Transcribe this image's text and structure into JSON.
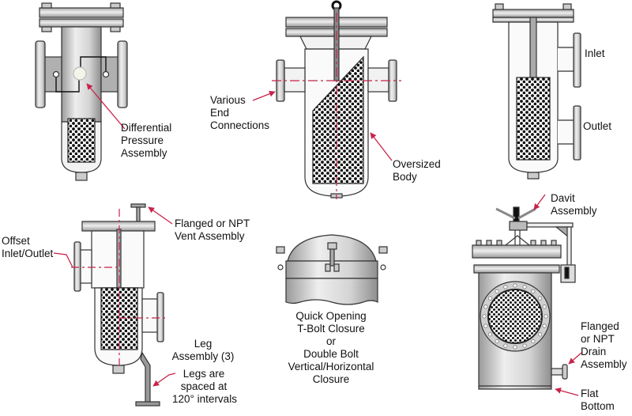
{
  "figure": {
    "title": "Basket strainer configurations",
    "accent_color": "#c8234a",
    "metal_color": "#c8c8c8",
    "mesh_color": "#111111"
  },
  "diagrams": [
    {
      "id": "differential-pressure",
      "labels": [
        "Differential\nPressure\nAssembly"
      ]
    },
    {
      "id": "oversized-body",
      "labels": [
        "Various\nEnd\nConnections",
        "Oversized\nBody"
      ]
    },
    {
      "id": "inlet-outlet",
      "labels": [
        "Inlet",
        "Outlet"
      ]
    },
    {
      "id": "offset-leg",
      "labels": [
        "Flanged or NPT\nVent Assembly",
        "Offset\nInlet/Outlet",
        "Leg\nAssembly (3)",
        "Legs are\nspaced at\n120° intervals"
      ]
    },
    {
      "id": "quick-opening",
      "labels": [
        "Quick Opening\nT-Bolt Closure\nor\nDouble Bolt\nVertical/Horizontal\nClosure"
      ]
    },
    {
      "id": "davit",
      "labels": [
        "Davit\nAssembly",
        "Flanged\nor NPT\nDrain\nAssembly",
        "Flat\nBottom"
      ]
    }
  ]
}
